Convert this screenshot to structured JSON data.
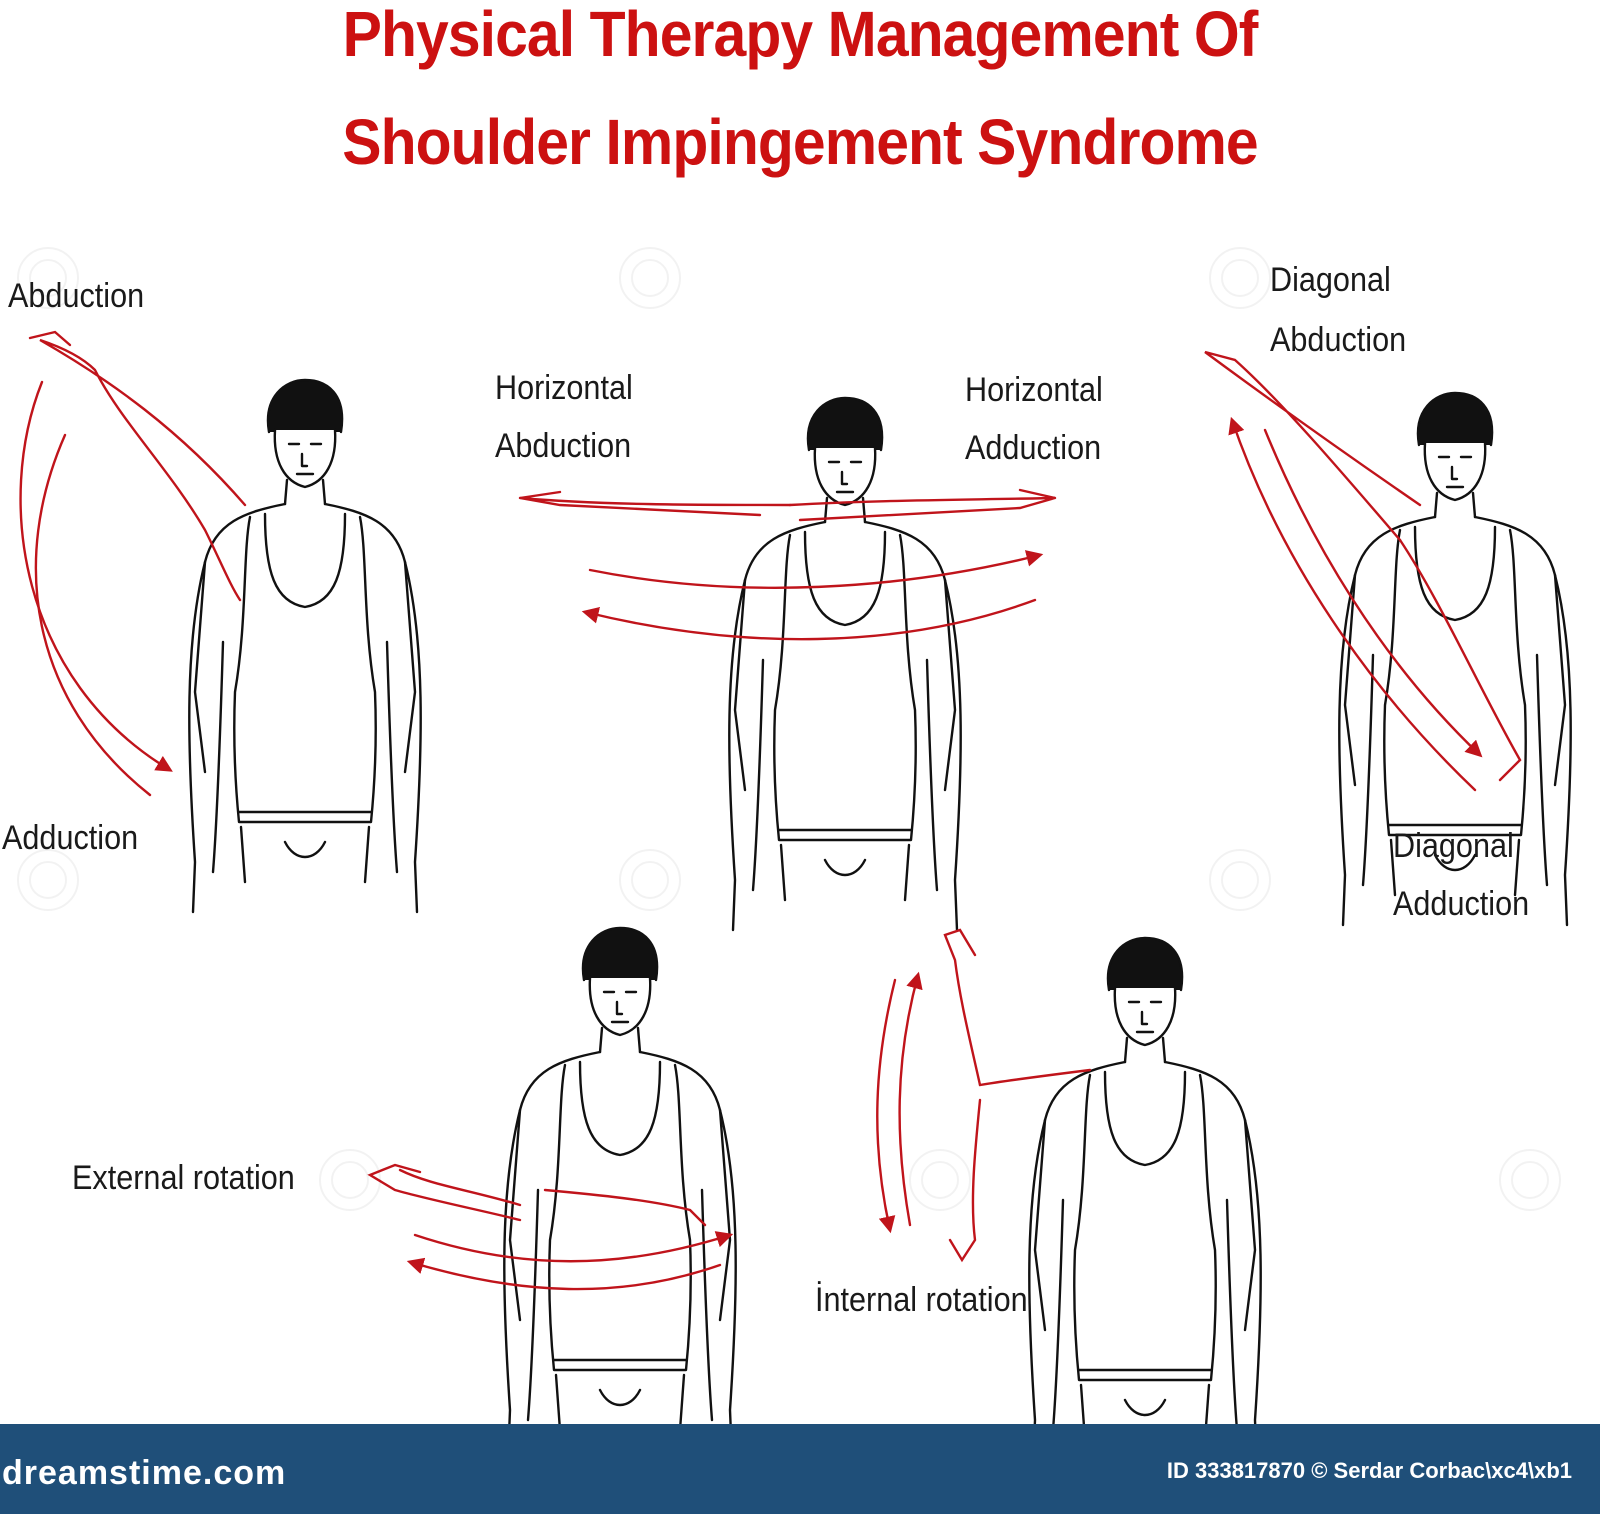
{
  "title": {
    "line1": "Physical Therapy Management Of",
    "line2": "Shoulder Impingement Syndrome"
  },
  "labels": {
    "abduction": "Abduction",
    "adduction": "Adduction",
    "horizontal_abduction_1": "Horizontal",
    "horizontal_abduction_2": "Abduction",
    "horizontal_adduction_1": "Horizontal",
    "horizontal_adduction_2": "Adduction",
    "diagonal_abduction_1": "Diagonal",
    "diagonal_abduction_2": "Abduction",
    "diagonal_adduction_1": "Diagonal",
    "diagonal_adduction_2": "Adduction",
    "external_rotation": "External rotation",
    "internal_rotation": "İnternal rotation"
  },
  "footer": {
    "brand": "dreamstime.com",
    "credit": "ID 333817870 © Serdar Corbac\\xc4\\xb1"
  },
  "colors": {
    "title": "#cc1111",
    "motion": "#c0141b",
    "outline": "#111111",
    "footer_bg": "#1f4f79"
  }
}
